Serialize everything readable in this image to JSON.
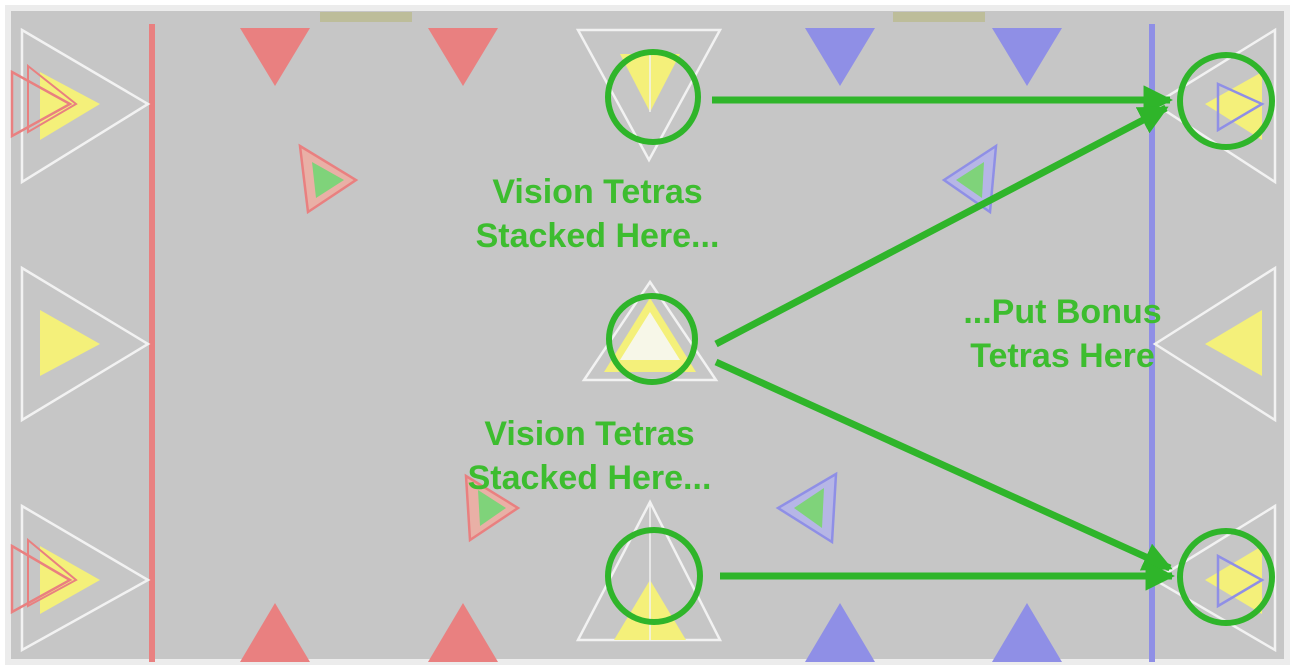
{
  "annotations": {
    "vision_top": [
      "Vision Tetras",
      "Stacked Here..."
    ],
    "vision_bottom": [
      "Vision Tetras",
      "Stacked Here..."
    ],
    "bonus": [
      "...Put Bonus",
      "Tetras Here"
    ]
  },
  "colors": {
    "field": "#c6c6c6",
    "annotation_green": "#2fb52a",
    "red_alliance": "#e98080",
    "blue_alliance": "#8f8fe6",
    "tetra_yellow": "#f4f07a",
    "goal_white": "#ffffff"
  },
  "icons": [
    "goal-icon",
    "tetra-icon",
    "arrow-icon",
    "highlight-circle-icon"
  ]
}
